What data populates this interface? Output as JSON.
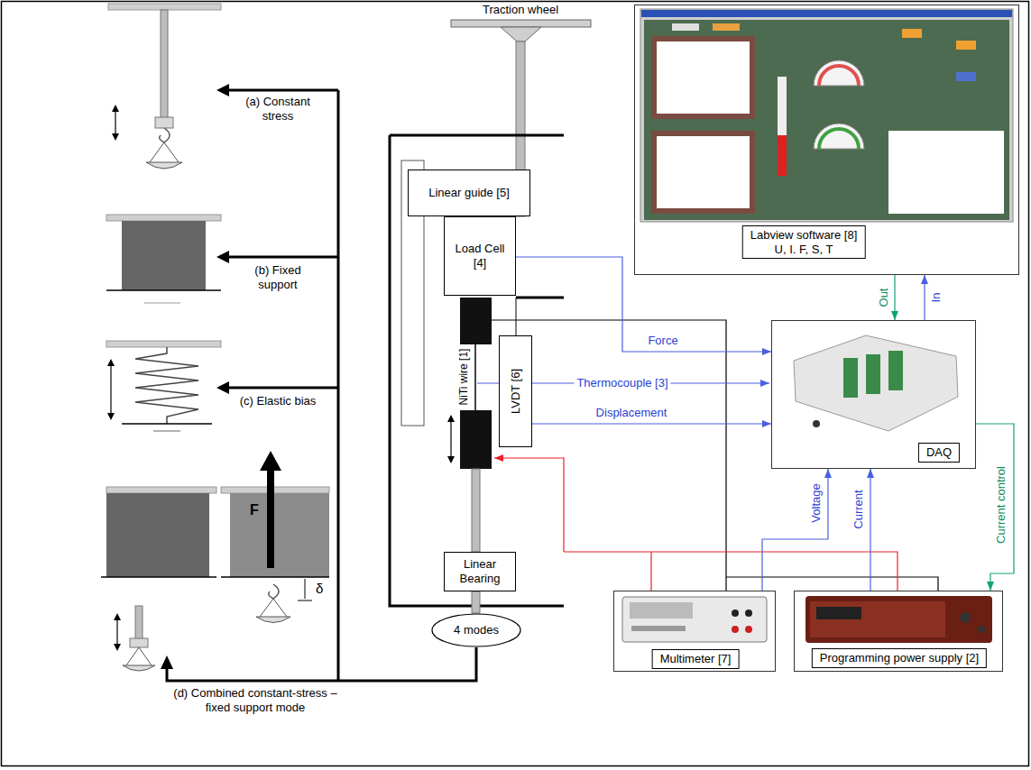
{
  "diagram": {
    "nodes": [
      {
        "text": [
          "Traction wheel"
        ]
      },
      {
        "text": [
          "Linear guide [5]"
        ]
      },
      {
        "text": [
          "Load Cell [4]"
        ]
      },
      {
        "text": [
          "LVDT [6]"
        ]
      },
      {
        "text": [
          "Linear Bearing"
        ]
      },
      {
        "text": [
          "4 modes"
        ]
      },
      {
        "text": [
          "Labview software [8]",
          "U, I. F, S, T"
        ]
      },
      {
        "text": [
          "DAQ"
        ]
      },
      {
        "text": [
          "Multimeter [7]"
        ]
      },
      {
        "text": [
          "Programming power supply [2]"
        ]
      }
    ],
    "edges": [
      {
        "from": 2,
        "to": 7,
        "label": "Force",
        "arrow": "to"
      },
      {
        "from": 3,
        "to": 7,
        "label": "Displacement",
        "arrow": "to"
      },
      {
        "from": 7,
        "to": 6,
        "label": "In",
        "arrow": "to"
      },
      {
        "from": 6,
        "to": 7,
        "label": "Out",
        "arrow": "to"
      },
      {
        "from": 8,
        "to": 7,
        "label": "Voltage",
        "arrow": "to"
      },
      {
        "from": 9,
        "to": 7,
        "label": "Current",
        "arrow": "to"
      },
      {
        "from": 7,
        "to": 9,
        "label": "Current control",
        "arrow": "to"
      }
    ],
    "labels": [
      "(a) Constant stress",
      "(b) Fixed support",
      "(c) Elastic bias",
      "F",
      "δ",
      "(d) Combined constant-stress – fixed support mode",
      "NiTi wire [1]",
      "Thermocouple [3]"
    ]
  }
}
